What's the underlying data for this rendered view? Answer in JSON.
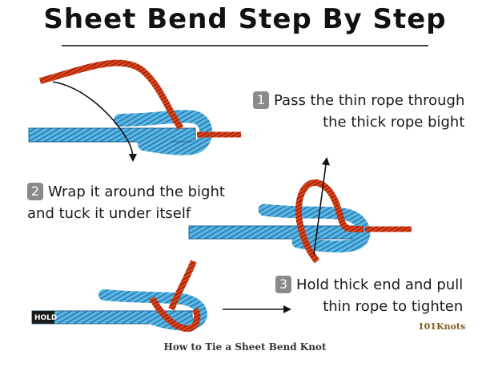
{
  "title": "Sheet Bend Step By Step",
  "steps": [
    {
      "number": "1",
      "line1": "Pass the thin rope through",
      "line2": "the thick rope bight"
    },
    {
      "number": "2",
      "line1": "Wrap it around the bight",
      "line2": "and tuck it under itself"
    },
    {
      "number": "3",
      "line1": "Hold thick end and pull",
      "line2": "thin rope to tighten"
    }
  ],
  "hold_label": "HOLD",
  "brand": "101Knots",
  "caption": "How to Tie a Sheet Bend Knot",
  "colors": {
    "thick_rope": "#5ab8e4",
    "thick_rope_stripe": "#2a78b0",
    "thin_rope": "#e0441a",
    "thin_rope_stripe": "#8a1e06",
    "arrow": "#111111"
  }
}
